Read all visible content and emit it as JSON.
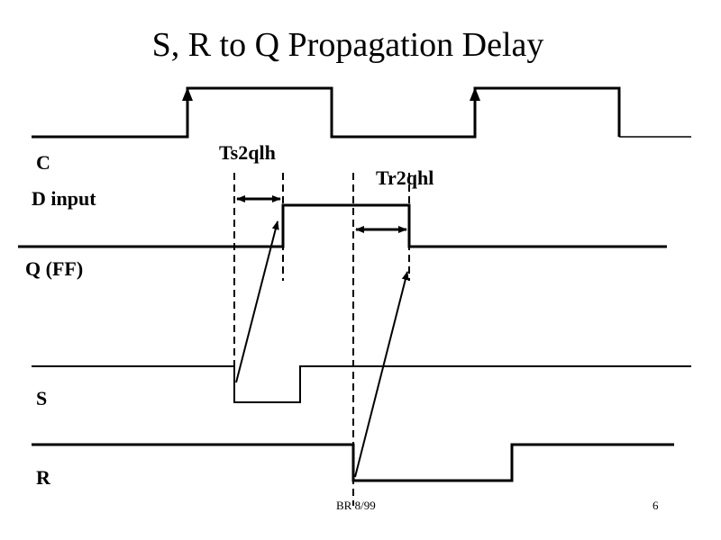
{
  "slide": {
    "title": "S, R to Q Propagation Delay",
    "footer": "BR 8/99",
    "page_number": "6"
  },
  "signals": {
    "clock": {
      "label": "C",
      "description": "clock with two rising edges marked by arrows"
    },
    "d_input": {
      "label": "D input"
    },
    "q": {
      "label": "Q (FF)"
    },
    "s": {
      "label": "S",
      "description": "active-low set pulse"
    },
    "r": {
      "label": "R",
      "description": "active-low reset pulse"
    }
  },
  "annotations": {
    "set_delay": {
      "label": "Ts2qlh",
      "meaning": "S falling edge to Q low-to-high delay"
    },
    "reset_delay": {
      "label": "Tr2qhl",
      "meaning": "R falling edge to Q high-to-low delay"
    }
  },
  "colors": {
    "ink": "#000000",
    "background": "#ffffff"
  }
}
